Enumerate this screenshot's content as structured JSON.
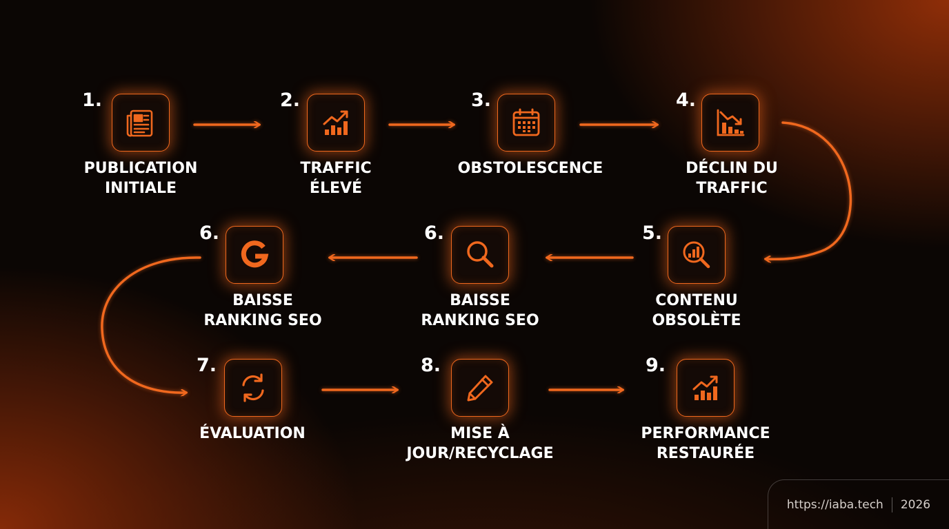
{
  "steps": [
    {
      "number": "1.",
      "label_lines": [
        "PUBLICATION",
        "INITIALE"
      ],
      "icon": "newspaper-icon"
    },
    {
      "number": "2.",
      "label_lines": [
        "TRAFFIC",
        "ÉLEVÉ"
      ],
      "icon": "trending-up-chart-icon"
    },
    {
      "number": "3.",
      "label_lines": [
        "OBSTOLESCENCE"
      ],
      "icon": "calendar-icon"
    },
    {
      "number": "4.",
      "label_lines": [
        "DÉCLIN DU",
        "TRAFFIC"
      ],
      "icon": "trending-down-chart-icon"
    },
    {
      "number": "5.",
      "label_lines": [
        "CONTENU",
        "OBSOLÈTE"
      ],
      "icon": "magnifier-chart-icon"
    },
    {
      "number": "6.",
      "label_lines": [
        "BAISSE",
        "RANKING SEO"
      ],
      "icon": "search-icon"
    },
    {
      "number": "6.",
      "label_lines": [
        "BAISSE",
        "RANKING SEO"
      ],
      "icon": "google-g-icon"
    },
    {
      "number": "7.",
      "label_lines": [
        "ÉVALUATION"
      ],
      "icon": "refresh-icon"
    },
    {
      "number": "8.",
      "label_lines": [
        "MISE À",
        "JOUR/RECYCLAGE"
      ],
      "icon": "pencil-icon"
    },
    {
      "number": "9.",
      "label_lines": [
        "PERFORMANCE",
        "RESTAURÉE"
      ],
      "icon": "trending-up-chart-icon"
    }
  ],
  "footer": {
    "url": "https://iaba.tech",
    "year": "2026"
  },
  "colors": {
    "accent": "#f0681e",
    "background": "#0b0604",
    "text": "#ffffff"
  }
}
